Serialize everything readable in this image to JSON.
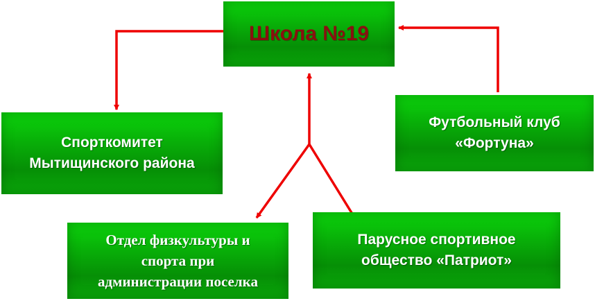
{
  "diagram": {
    "center": {
      "title": "Школа №19"
    },
    "nodes": {
      "sportcomitet": {
        "lines": [
          "Спорткомитет",
          "Мытищинского района"
        ]
      },
      "football": {
        "lines": [
          "Футбольный клуб",
          "«Фортуна»"
        ]
      },
      "otdel": {
        "lines": [
          "Отдел физкультуры и",
          "спорта при",
          "администрации поселка"
        ]
      },
      "parus": {
        "lines": [
          "Парусное спортивное",
          "общество «Патриот»"
        ]
      }
    },
    "colors": {
      "box_green": "#08b008",
      "title_red": "#8a1010",
      "arrow_red": "#ee0000",
      "label_white": "#ffffff"
    }
  }
}
